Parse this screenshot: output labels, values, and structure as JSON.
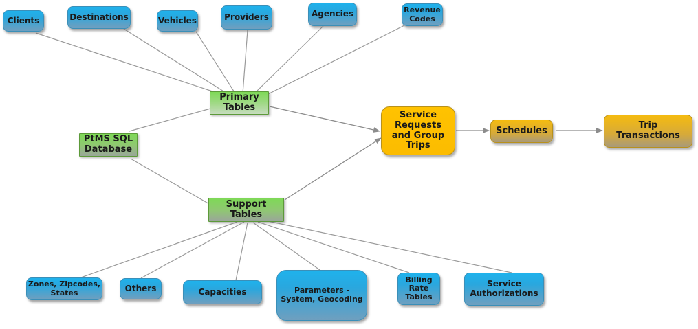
{
  "top_nodes": {
    "clients": "Clients",
    "destinations": "Destinations",
    "vehicles": "Vehicles",
    "providers": "Providers",
    "agencies": "Agencies",
    "revenue_codes": "Revenue\nCodes"
  },
  "center_nodes": {
    "primary_tables": "Primary\nTables",
    "database": "PtMS SQL\nDatabase",
    "support_tables": "Support\nTables"
  },
  "flow_nodes": {
    "service_requests": "Service\nRequests\nand Group\nTrips",
    "schedules": "Schedules",
    "trip_transactions": "Trip\nTransactions"
  },
  "bottom_nodes": {
    "zones": "Zones, Zipcodes,\nStates",
    "others": "Others",
    "capacities": "Capacities",
    "parameters": "Parameters -\nSystem, Geocoding",
    "billing_rate_tables": "Billing\nRate\nTables",
    "service_authorizations": "Service\nAuthorizations"
  },
  "colors": {
    "line": "#8c8c8c",
    "blue": "#1fb2ec",
    "green": "#7ed957",
    "orange": "#ffc200"
  }
}
